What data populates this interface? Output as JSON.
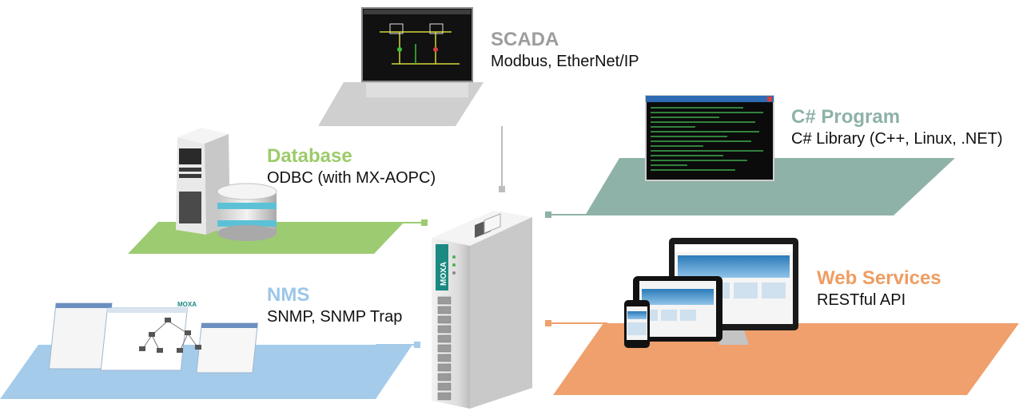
{
  "nodes": {
    "scada": {
      "title": "SCADA",
      "subtitle": "Modbus, EtherNet/IP",
      "color": "#c9c9c9"
    },
    "csharp": {
      "title": "C# Program",
      "subtitle": "C# Library (C++, Linux, .NET)",
      "color": "#8fb2a8"
    },
    "database": {
      "title": "Database",
      "subtitle": "ODBC (with MX-AOPC)",
      "color": "#9dcb71"
    },
    "nms": {
      "title": "NMS",
      "subtitle": "SNMP, SNMP Trap",
      "color": "#a5cbea"
    },
    "web": {
      "title": "Web Services",
      "subtitle": "RESTful API",
      "color": "#efa06d"
    }
  },
  "device": {
    "brand": "MOXA"
  },
  "nms_window": {
    "brand": "MOXA"
  }
}
